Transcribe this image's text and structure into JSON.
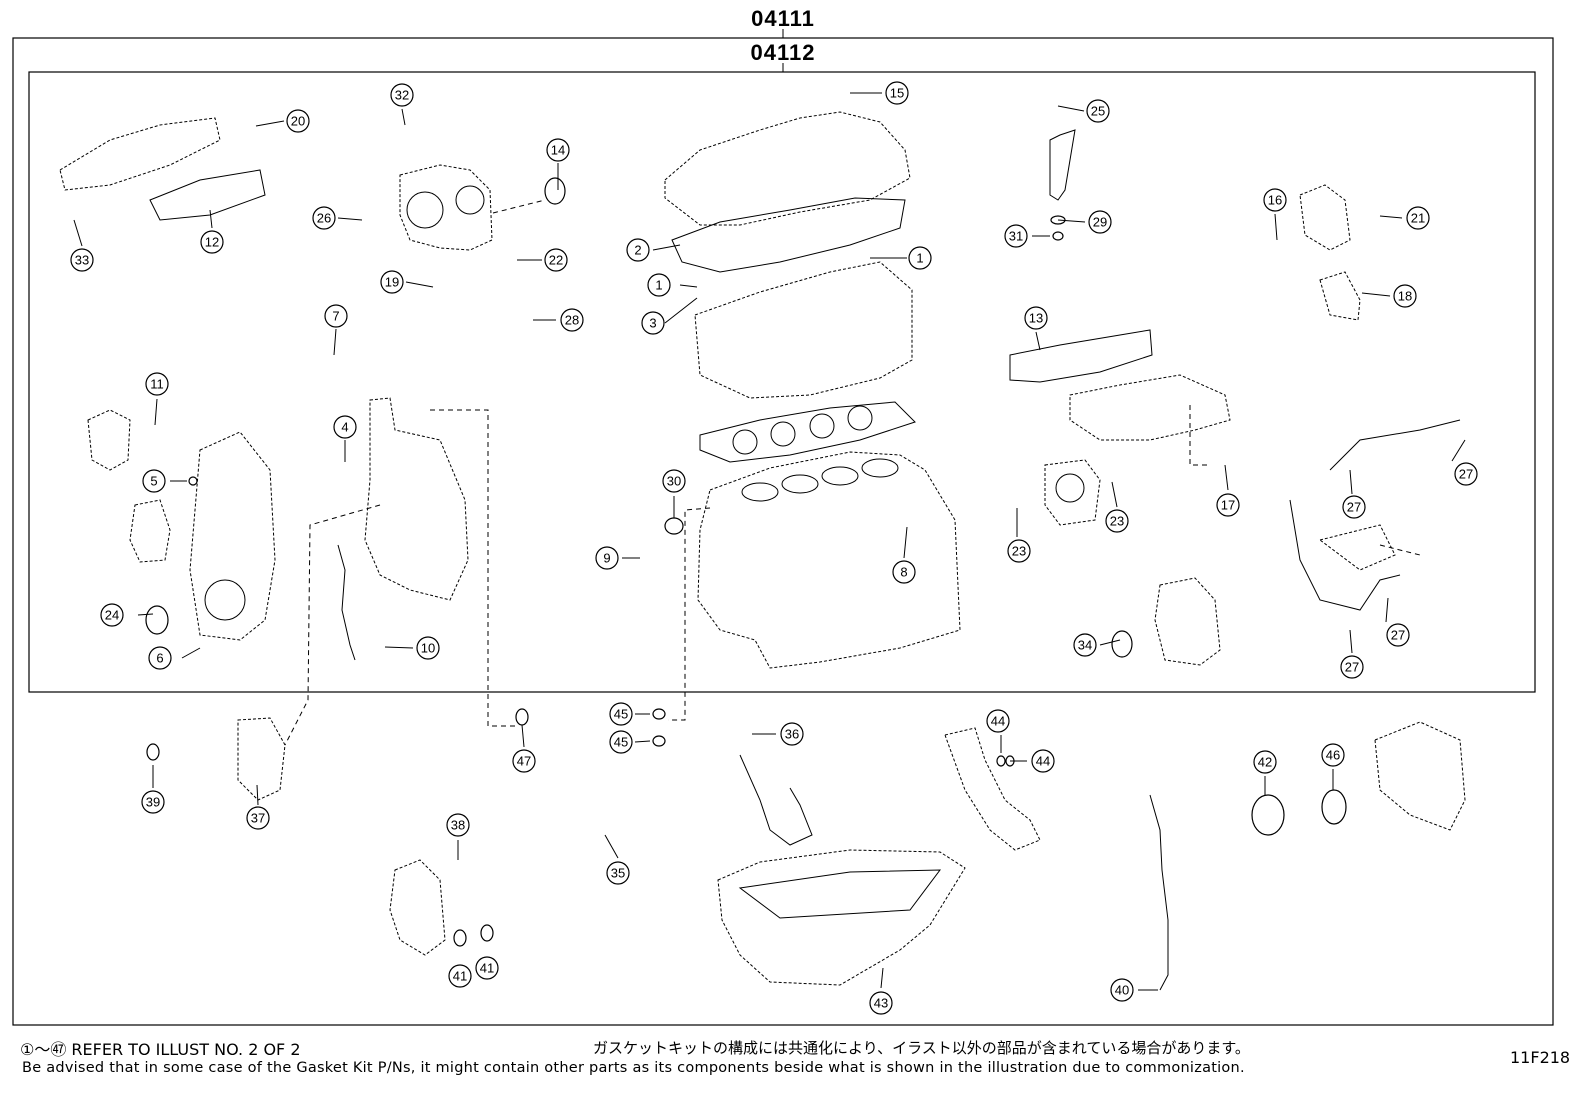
{
  "assembly_codes": {
    "outer": "04111",
    "inner": "04112"
  },
  "callouts": [
    {
      "n": "1"
    },
    {
      "n": "1"
    },
    {
      "n": "2"
    },
    {
      "n": "3"
    },
    {
      "n": "4"
    },
    {
      "n": "5"
    },
    {
      "n": "6"
    },
    {
      "n": "7"
    },
    {
      "n": "8"
    },
    {
      "n": "9"
    },
    {
      "n": "10"
    },
    {
      "n": "11"
    },
    {
      "n": "12"
    },
    {
      "n": "13"
    },
    {
      "n": "14"
    },
    {
      "n": "15"
    },
    {
      "n": "16"
    },
    {
      "n": "17"
    },
    {
      "n": "18"
    },
    {
      "n": "19"
    },
    {
      "n": "20"
    },
    {
      "n": "21"
    },
    {
      "n": "22"
    },
    {
      "n": "23"
    },
    {
      "n": "23"
    },
    {
      "n": "24"
    },
    {
      "n": "25"
    },
    {
      "n": "26"
    },
    {
      "n": "27"
    },
    {
      "n": "27"
    },
    {
      "n": "27"
    },
    {
      "n": "27"
    },
    {
      "n": "28"
    },
    {
      "n": "29"
    },
    {
      "n": "30"
    },
    {
      "n": "31"
    },
    {
      "n": "32"
    },
    {
      "n": "33"
    },
    {
      "n": "34"
    },
    {
      "n": "35"
    },
    {
      "n": "36"
    },
    {
      "n": "37"
    },
    {
      "n": "38"
    },
    {
      "n": "39"
    },
    {
      "n": "40"
    },
    {
      "n": "41"
    },
    {
      "n": "41"
    },
    {
      "n": "42"
    },
    {
      "n": "43"
    },
    {
      "n": "44"
    },
    {
      "n": "44"
    },
    {
      "n": "45"
    },
    {
      "n": "45"
    },
    {
      "n": "46"
    },
    {
      "n": "47"
    }
  ],
  "footer": {
    "refer_note": "①～㊼ REFER TO ILLUST NO. 2 OF 2",
    "japanese_note": "ガスケットキットの構成には共通化により、イラスト以外の部品が含まれている場合があります。",
    "english_note": "Be advised that in some case of the Gasket Kit P/Ns,  it might contain other parts as its components beside what is shown in the illustration due to commonization.",
    "illustration_id": "11F218"
  },
  "colors": {
    "line": "#000000",
    "background": "#ffffff"
  }
}
